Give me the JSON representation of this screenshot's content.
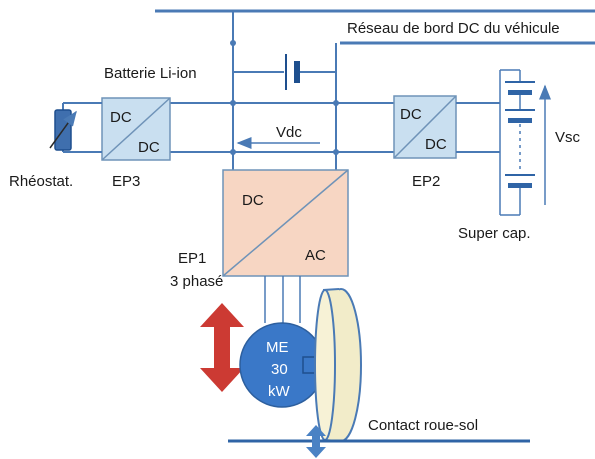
{
  "labels": {
    "bus": "Réseau de bord DC du véhicule",
    "battery": "Batterie Li-ion",
    "vdc": "Vdc",
    "vsc": "Vsc",
    "rheostat": "Rhéostat.",
    "ep3": "EP3",
    "ep2": "EP2",
    "ep1_line1": "EP1",
    "ep1_line2": "3 phasé",
    "supercap": "Super cap.",
    "contact": "Contact roue-sol"
  },
  "converters": {
    "ep3": {
      "top": "DC",
      "bottom": "DC"
    },
    "ep2": {
      "top": "DC",
      "bottom": "DC"
    },
    "ep1": {
      "top": "DC",
      "bottom": "AC"
    }
  },
  "motor": {
    "line1": "ME",
    "line2": "30",
    "line3": "kW"
  },
  "colors": {
    "bus_line": "#4a7ab5",
    "wire": "#4a7ab5",
    "converter_fill": "#c9dff0",
    "inverter_fill": "#f7d6c3",
    "motor_fill": "#3a78c8",
    "wheel_fill": "#f2ecc9",
    "arrow_red": "#cc3a33",
    "arrow_blue": "#4a82c4"
  }
}
